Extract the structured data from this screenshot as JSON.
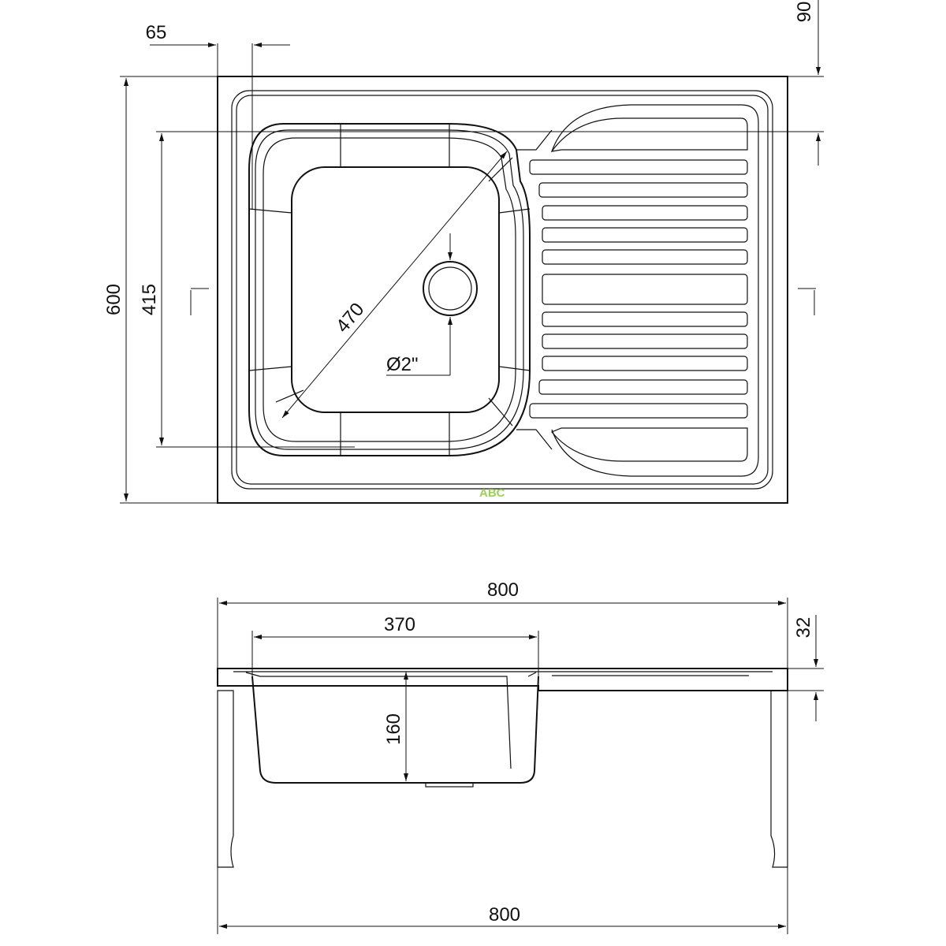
{
  "top_view": {
    "dim_offset_left": "65",
    "dim_offset_top": "90",
    "dim_depth": "600",
    "dim_bowl_depth": "415",
    "dim_diagonal": "470",
    "dim_drain": "Ø2\""
  },
  "side_view": {
    "dim_width_top": "800",
    "dim_bowl_width": "370",
    "dim_flange": "32",
    "dim_bowl_height": "160",
    "dim_width_bottom": "800"
  },
  "watermark": "ABC"
}
